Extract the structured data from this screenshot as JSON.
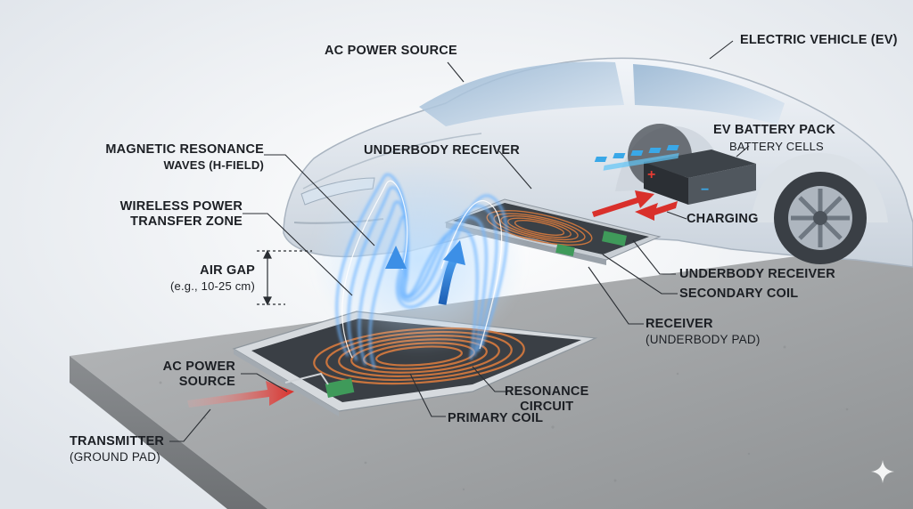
{
  "labels": {
    "ac_power_source_top": "AC POWER SOURCE",
    "electric_vehicle": "ELECTRIC VEHICLE (EV)",
    "magnetic_resonance_line1": "MAGNETIC RESONANCE",
    "magnetic_resonance_line2": "WAVES (H-FIELD)",
    "underbody_receiver_top": "UNDERBODY RECEIVER",
    "ev_battery_pack": "EV BATTERY PACK",
    "battery_cells": "BATTERY CELLS",
    "wireless_power_line1": "WIRELESS POWER",
    "wireless_power_line2": "TRANSFER ZONE",
    "charging": "CHARGING",
    "air_gap": "AIR GAP",
    "air_gap_range": "(e.g., 10-25 cm)",
    "underbody_receiver_right": "UNDERBODY RECEIVER",
    "secondary_coil": "SECONDARY COIL",
    "receiver": "RECEIVER",
    "receiver_sub": "(UNDERBODY PAD)",
    "ac_power_source_left_line1": "AC POWER",
    "ac_power_source_left_line2": "SOURCE",
    "resonance_circuit_line1": "RESONANCE",
    "resonance_circuit_line2": "CIRCUIT",
    "primary_coil": "PRIMARY COIL",
    "transmitter": "TRANSMITTER",
    "transmitter_sub": "(GROUND PAD)"
  },
  "battery_terminals": {
    "positive": "+",
    "negative": "−"
  },
  "icons": {
    "car": "car-icon",
    "battery": "battery-icon",
    "coil": "coil-icon",
    "arrow": "arrow-icon",
    "sparkle": "sparkle-icon"
  },
  "colors": {
    "coil_copper": "#c8743e",
    "field_blue": "#3c8fe6",
    "arrow_red": "#d9302b",
    "board_green": "#3f9a5a",
    "pad_dark": "#33383d",
    "ground_grey": "#9a9c9e",
    "battery_blue": "#3aa8e8"
  }
}
